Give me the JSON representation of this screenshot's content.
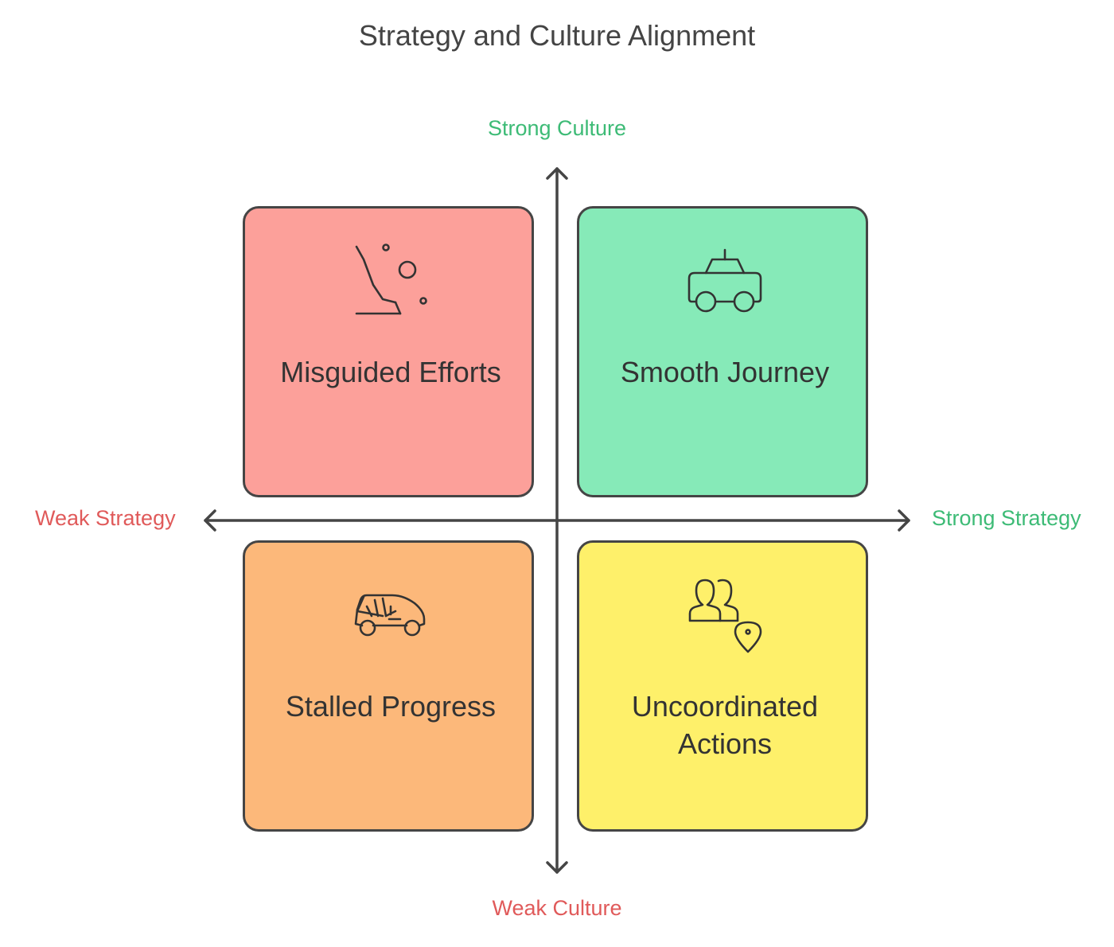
{
  "title": "Strategy and Culture Alignment",
  "axes": {
    "top": "Strong Culture",
    "bottom": "Weak Culture",
    "left": "Weak Strategy",
    "right": "Strong Strategy"
  },
  "colors": {
    "strong": "#3dbb76",
    "weak": "#e05a5a",
    "axis_line": "#454545",
    "misguided": "#fca09a",
    "smooth": "#86eab8",
    "stalled": "#fcb87a",
    "uncoordinated": "#fef06a"
  },
  "quadrants": {
    "top_left": {
      "label": "Misguided Efforts",
      "icon": "falling-rocks-icon"
    },
    "top_right": {
      "label": "Smooth Journey",
      "icon": "car-icon"
    },
    "bottom_left": {
      "label": "Stalled Progress",
      "icon": "buggy-icon"
    },
    "bottom_right": {
      "label": "Uncoordinated Actions",
      "icon": "people-location-icon"
    }
  }
}
